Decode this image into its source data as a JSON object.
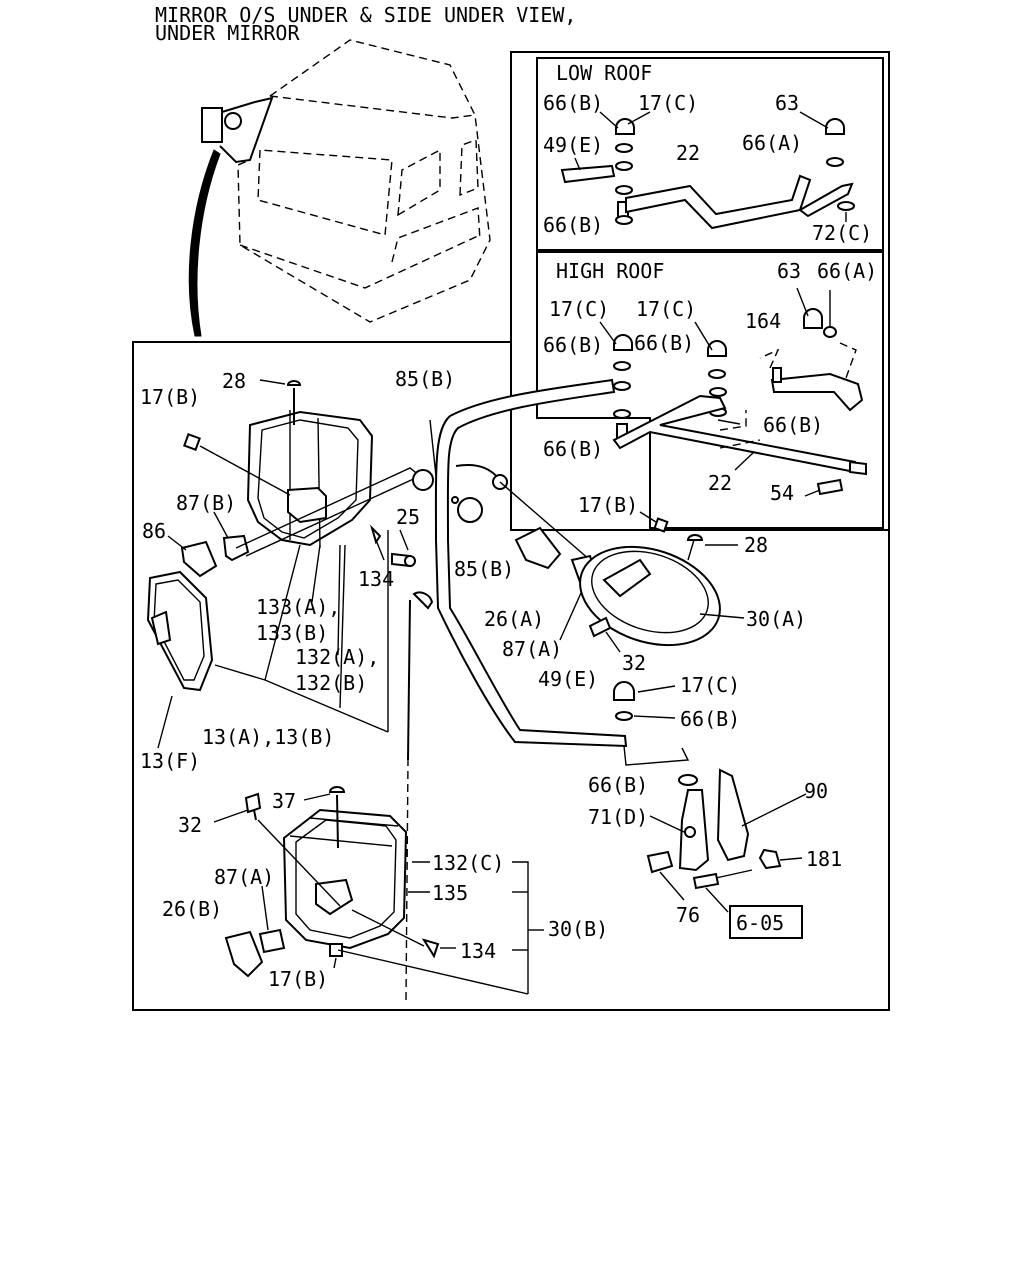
{
  "header": {
    "line1": "MIRROR O/S UNDER & SIDE UNDER VIEW,",
    "line2": "UNDER MIRROR"
  },
  "sections": {
    "low_roof": "LOW ROOF",
    "high_roof": "HIGH ROOF"
  },
  "labels": {
    "low_66b_top": "66(B)",
    "low_17c": "17(C)",
    "low_63": "63",
    "low_49e": "49(E)",
    "low_22": "22",
    "low_66a": "66(A)",
    "low_66b_bot": "66(B)",
    "low_72c": "72(C)",
    "high_63": "63",
    "high_66a": "66(A)",
    "high_17c_l": "17(C)",
    "high_17c_r": "17(C)",
    "high_164": "164",
    "high_66b_l": "66(B)",
    "high_66b_r": "66(B)",
    "high_66b_mid": "66(B)",
    "high_66b_bot": "66(B)",
    "high_22": "22",
    "high_54": "54",
    "m_28_top": "28",
    "m_17b_left": "17(B)",
    "m_85b_top": "85(B)",
    "m_87b": "87(B)",
    "m_86": "86",
    "m_25": "25",
    "m_134_top": "134",
    "m_133": "133(A),",
    "m_133b": "133(B)",
    "m_132": "132(A),",
    "m_132b": "132(B)",
    "m_13ab": "13(A),13(B)",
    "m_13f": "13(F)",
    "m_85b_mid": "85(B)",
    "m_17b_right": "17(B)",
    "m_28_right": "28",
    "m_26a": "26(A)",
    "m_30a": "30(A)",
    "m_87a": "87(A)",
    "m_32_right": "32",
    "m_49e": "49(E)",
    "m_17c": "17(C)",
    "m_66b_a": "66(B)",
    "m_66b_b": "66(B)",
    "m_90": "90",
    "m_71d": "71(D)",
    "m_181": "181",
    "m_76": "76",
    "m_605": "6-05",
    "m_37": "37",
    "m_32_left": "32",
    "m_87a_low": "87(A)",
    "m_26b": "26(B)",
    "m_132c": "132(C)",
    "m_135": "135",
    "m_30b": "30(B)",
    "m_134_low": "134",
    "m_17b_low": "17(B)"
  }
}
